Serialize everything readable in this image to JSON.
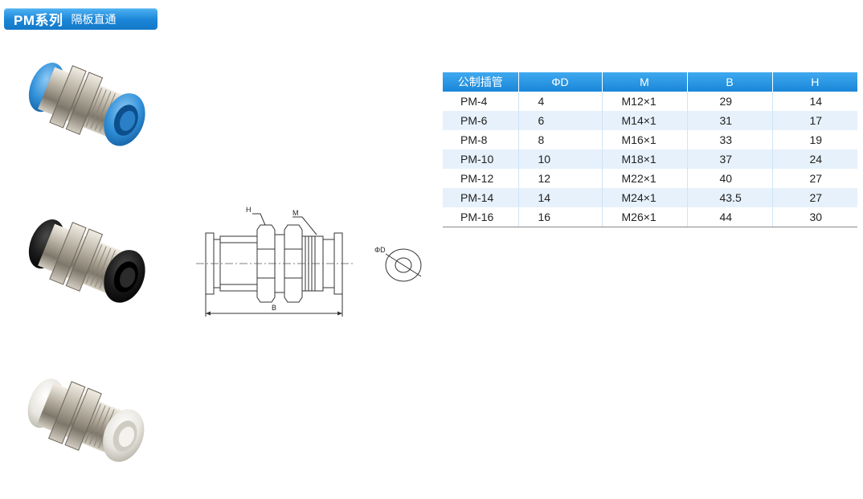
{
  "title": {
    "main": "PM系列",
    "sub": "隔板直通"
  },
  "drawing": {
    "label_h": "H",
    "label_m": "M",
    "label_b": "B",
    "label_d": "ΦD"
  },
  "table": {
    "headers": [
      "公制插管",
      "ΦD",
      "M",
      "B",
      "H"
    ],
    "rows": [
      [
        "PM-4",
        "4",
        "M12×1",
        "29",
        "14"
      ],
      [
        "PM-6",
        "6",
        "M14×1",
        "31",
        "17"
      ],
      [
        "PM-8",
        "8",
        "M16×1",
        "33",
        "19"
      ],
      [
        "PM-10",
        "10",
        "M18×1",
        "37",
        "24"
      ],
      [
        "PM-12",
        "12",
        "M22×1",
        "40",
        "27"
      ],
      [
        "PM-14",
        "14",
        "M24×1",
        "43.5",
        "27"
      ],
      [
        "PM-16",
        "16",
        "M26×1",
        "44",
        "30"
      ]
    ]
  },
  "colors": {
    "accent": "#1a86d8",
    "collet_blue": "#2f8fd8",
    "collet_black": "#1a1a1a",
    "collet_white": "#e8e6df"
  }
}
